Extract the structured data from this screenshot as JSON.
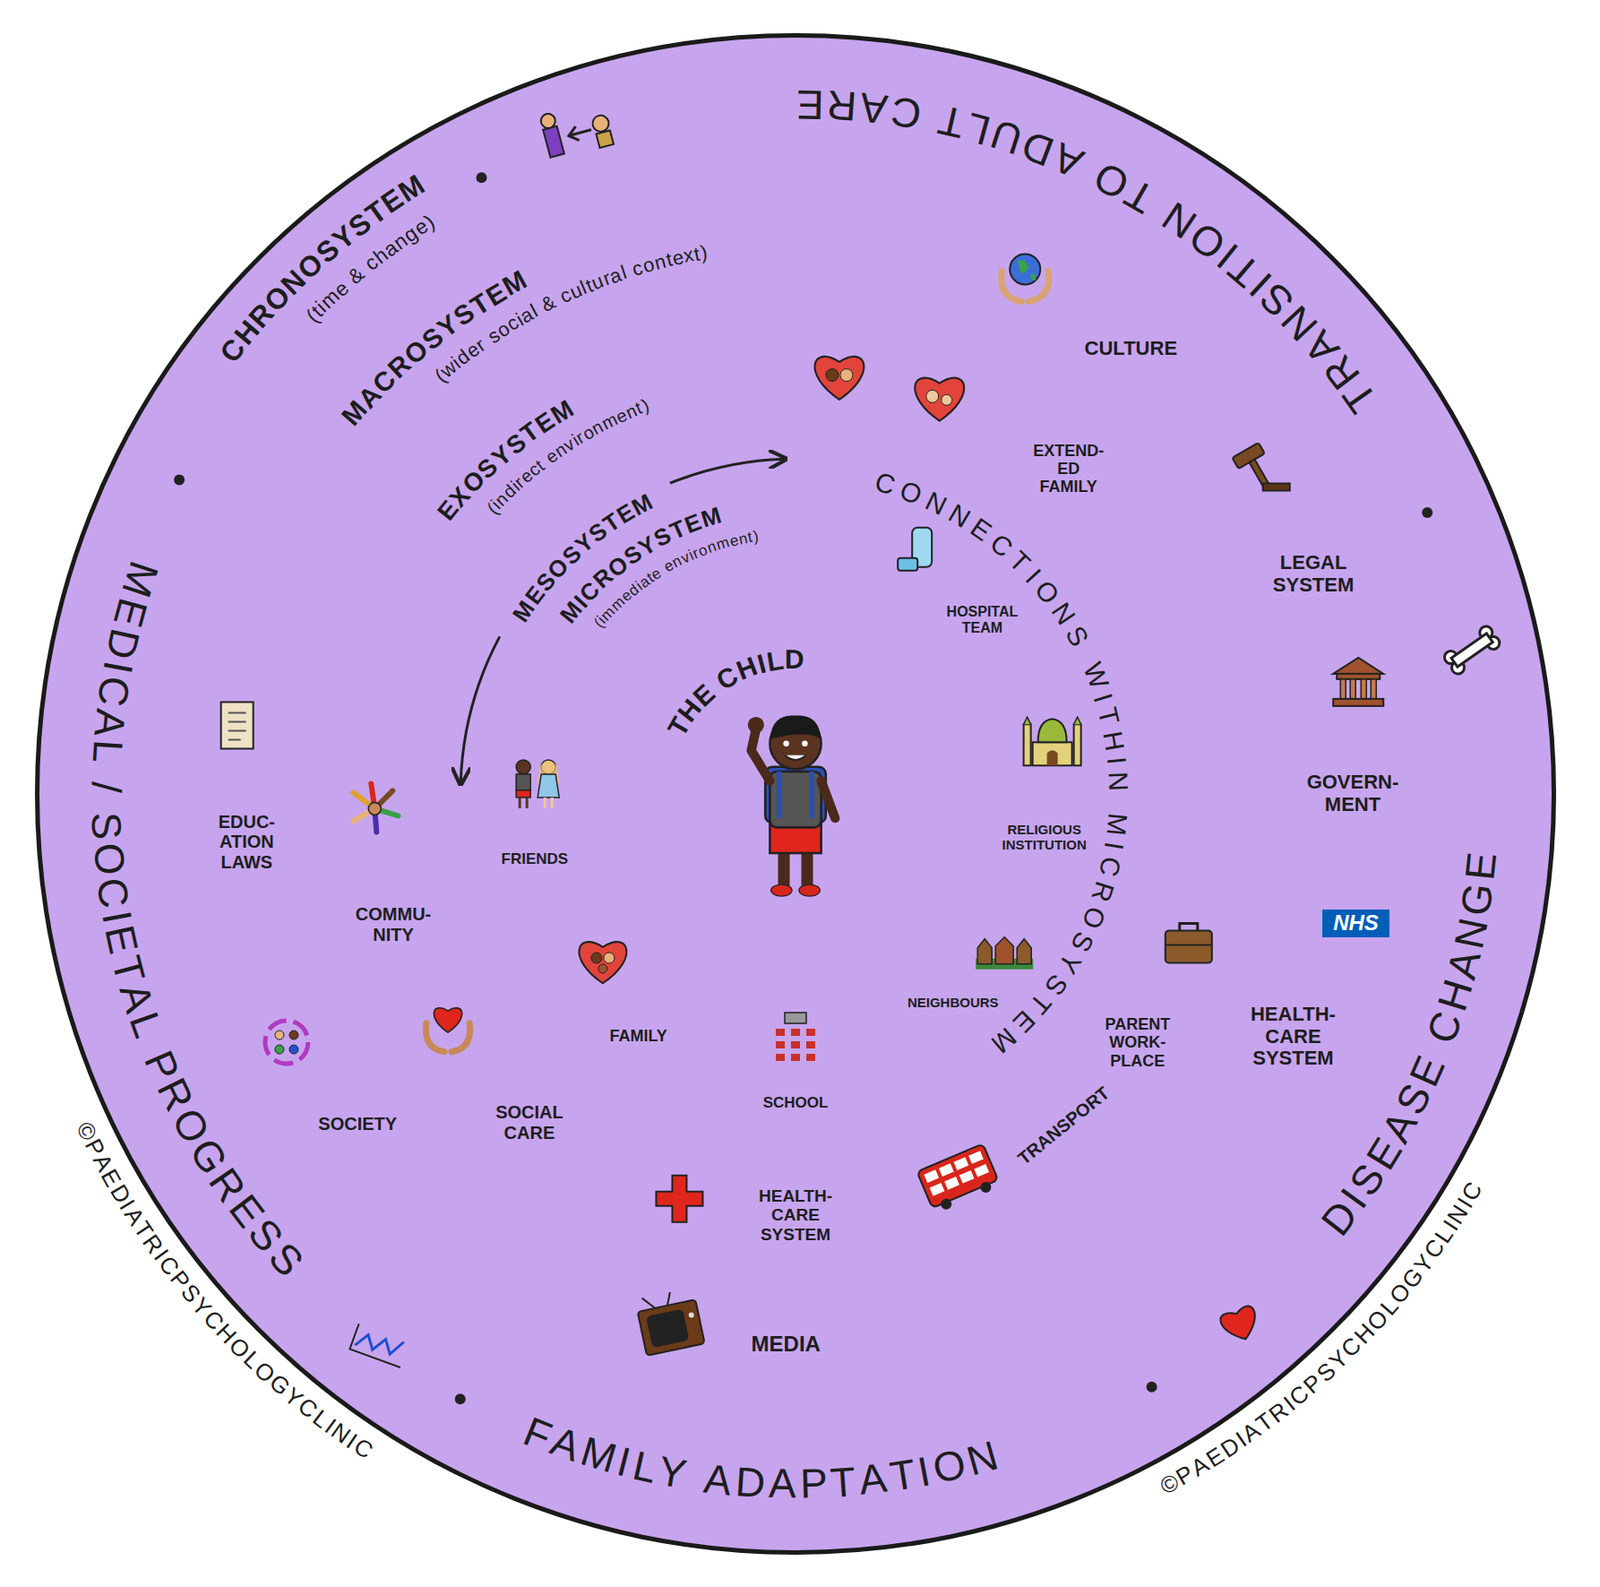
{
  "diagram": {
    "nodes": [
      {
        "text": [
          "CHRONOSYSTEM",
          "(time & change)"
        ]
      },
      {
        "text": [
          "MACROSYSTEM",
          "(wider social & cultural context)"
        ],
        "in": 0
      },
      {
        "text": [
          "EXOSYSTEM",
          "(indirect environment)"
        ],
        "in": 1
      },
      {
        "text": [
          "MESOSYSTEM",
          "CONNECTIONS WITHIN MICROSYSTEM"
        ],
        "in": 2
      },
      {
        "text": [
          "MICROSYSTEM",
          "(immediate environment)"
        ],
        "in": 3
      },
      {
        "text": [
          "THE CHILD"
        ],
        "in": 4
      }
    ],
    "labels": [
      "TRANSITION TO ADULT CARE",
      "DISEASE CHANGE",
      "FAMILY ADAPTATION",
      "MEDICAL / SOCIETAL PROGRESS",
      "CULTURE",
      "LEGAL SYSTEM",
      "GOVERN- MENT",
      "NHS",
      "HEALTH- CARE SYSTEM",
      "MEDIA",
      "SOCIETY",
      "EDUC- ATION LAWS",
      "EXTEND- ED FAMILY",
      "PARENT WORK- PLACE",
      "TRANSPORT",
      "HEALTH- CARE SYSTEM",
      "SOCIAL CARE",
      "COMMU- NITY",
      "HOSPITAL TEAM",
      "RELIGIOUS INSTITUTION",
      "NEIGHBOURS",
      "SCHOOL",
      "FAMILY",
      "FRIENDS",
      "©PAEDIATRICPSYCHOLOGYCLINIC",
      "©PAEDIATRICPSYCHOLOGYCLINIC"
    ]
  }
}
